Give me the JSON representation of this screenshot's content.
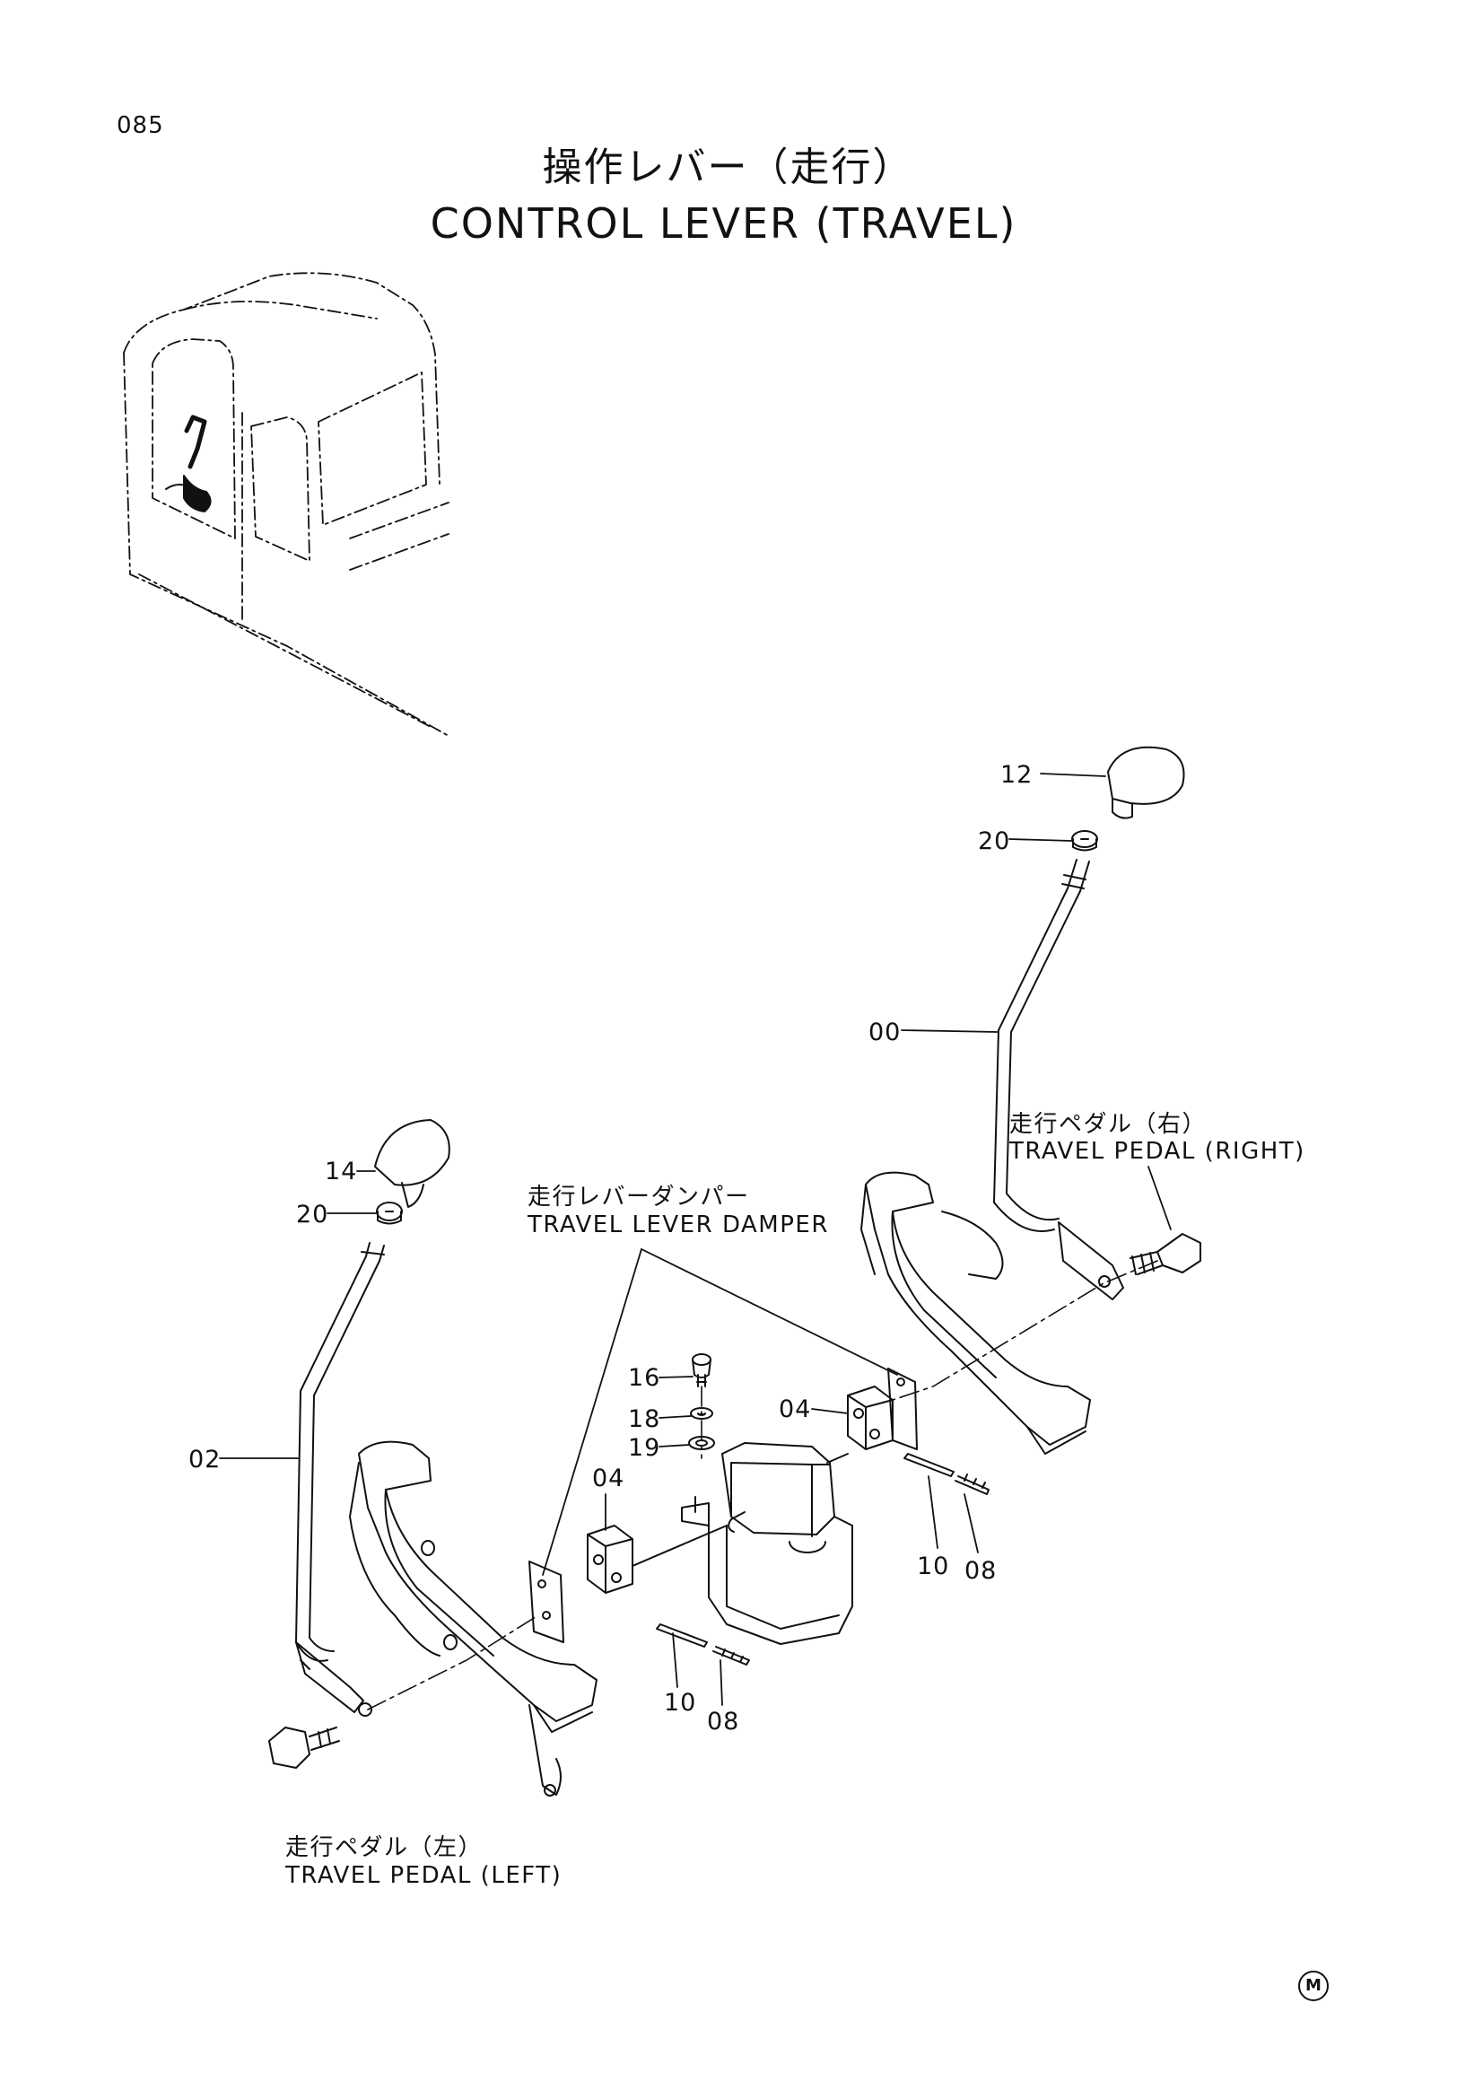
{
  "page_number": "085",
  "title": {
    "jp": "操作レバー（走行）",
    "en": "CONTROL LEVER (TRAVEL)"
  },
  "callouts": {
    "damper": {
      "jp": "走行レバーダンパー",
      "en": "TRAVEL LEVER DAMPER"
    },
    "pedal_right": {
      "jp": "走行ペダル（右）",
      "en": "TRAVEL PEDAL (RIGHT)"
    },
    "pedal_left": {
      "jp": "走行ペダル（左）",
      "en": "TRAVEL PEDAL (LEFT)"
    }
  },
  "part_labels": {
    "knob_right": "12",
    "nut_right": "20",
    "lever_right": "00",
    "knob_left": "14",
    "nut_left": "20",
    "lever_left": "02",
    "bolt": "16",
    "lock_washer": "18",
    "washer": "19",
    "block_right": "04",
    "block_left": "04",
    "pin_right": "10",
    "spring_pin_right": "08",
    "pin_left": "10",
    "spring_pin_left": "08"
  },
  "corner_mark": "M"
}
